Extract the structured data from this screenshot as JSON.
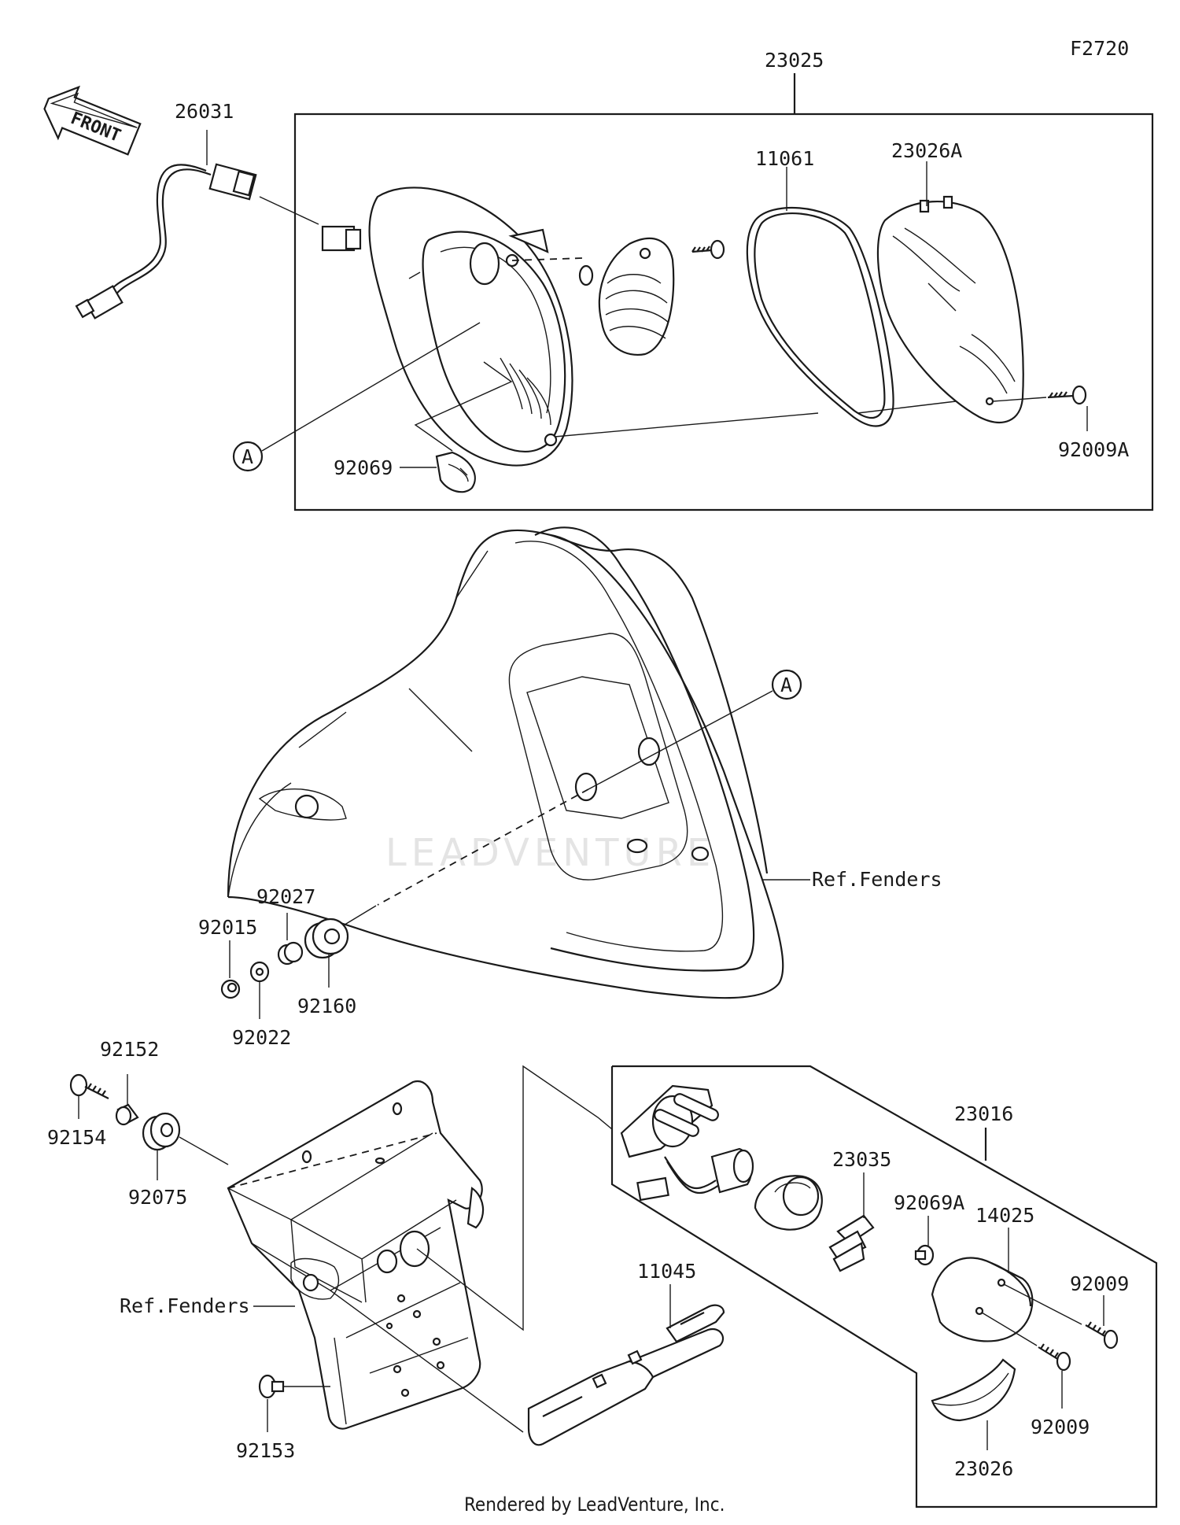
{
  "figure_code": "F2720",
  "footer": "Rendered by LeadVenture, Inc.",
  "watermark": "LEADVENTURE",
  "front_arrow": "FRONT",
  "callout_marker": "A",
  "labels": {
    "l23025": "23025",
    "l26031": "26031",
    "l11061": "11061",
    "l23026A": "23026A",
    "l92069": "92069",
    "l92009A": "92009A",
    "l92027": "92027",
    "l92015": "92015",
    "l92160": "92160",
    "l92022": "92022",
    "refFenders1": "Ref.Fenders",
    "l92152": "92152",
    "l92154": "92154",
    "l92075": "92075",
    "l23016": "23016",
    "l23035": "23035",
    "l92069A": "92069A",
    "l14025": "14025",
    "l92009a": "92009",
    "l92009b": "92009",
    "l11045": "11045",
    "refFenders2": "Ref.Fenders",
    "l92153": "92153",
    "l23026": "23026"
  }
}
